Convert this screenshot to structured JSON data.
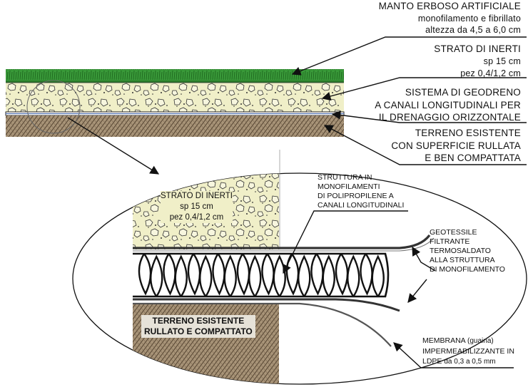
{
  "labels": {
    "manto": [
      "MANTO ERBOSO ARTIFICIALE",
      "monofilamento e fibrillato",
      "altezza da 4,5 a 6,0 cm"
    ],
    "strato_top": [
      "STRATO DI INERTI",
      "sp 15 cm",
      "pez 0,4/1,2 cm"
    ],
    "geodreno": [
      "SISTEMA DI GEODRENO",
      "A CANALI LONGITUDINALI PER",
      "IL DRENAGGIO ORIZZONTALE"
    ],
    "terreno_top": [
      "TERRENO ESISTENTE",
      "CON SUPERFICIE RULLATA",
      "E BEN COMPATTATA"
    ],
    "strato_detail": [
      "STRATO DI INERTI",
      "sp 15 cm",
      "pez 0,4/1,2 cm"
    ],
    "terreno_detail": [
      "TERRENO ESISTENTE",
      "RULLATO E COMPATTATO"
    ],
    "struttura": [
      "STRUTTURA IN",
      "MONOFILAMENTI",
      "DI POLIPROPILENE A",
      "CANALI LONGITUDINALI"
    ],
    "geotessile": [
      "GEOTESSILE",
      "FILTRANTE",
      "TERMOSALDATO",
      "ALLA STRUTTURA",
      "DI MONOFILAMENTO"
    ],
    "membrana_line1_a": "MEMBRANA ",
    "membrana_line1_b": "(guaina)",
    "membrana_line2": "IMPERMEABILIZZANTE IN",
    "membrana_line3_a": "LDPE ",
    "membrana_line3_b": "da 0,3 a 0,5 mm"
  },
  "colors": {
    "grass": "#2f8a2f",
    "inerti": "#efefc8",
    "soil": "#a08a6c",
    "ink": "#111111"
  }
}
